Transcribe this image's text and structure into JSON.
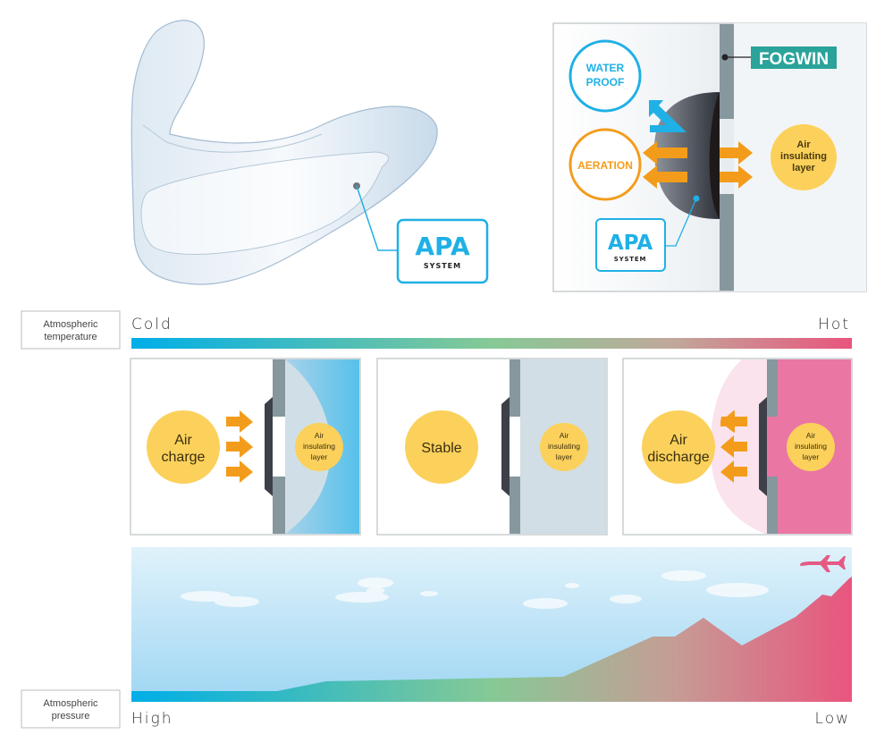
{
  "visor": {
    "badge": {
      "apa": "APA",
      "system": "SYSTEM"
    }
  },
  "detail": {
    "fogwin": "FOGWIN",
    "waterproof": [
      "WATER",
      "PROOF"
    ],
    "aeration": "AERATION",
    "air_layer": [
      "Air",
      "insulating",
      "layer"
    ],
    "badge": {
      "apa": "APA",
      "system": "SYSTEM"
    }
  },
  "temperature": {
    "label": [
      "Atmospheric",
      "temperature"
    ],
    "cold": "Cold",
    "hot": "Hot"
  },
  "states": [
    {
      "name": "Air charge",
      "lines": [
        "Air",
        "charge"
      ],
      "layer": [
        "Air",
        "insulating",
        "layer"
      ]
    },
    {
      "name": "Stable",
      "lines": [
        "Stable"
      ],
      "layer": [
        "Air",
        "insulating",
        "layer"
      ]
    },
    {
      "name": "Air discharge",
      "lines": [
        "Air",
        "discharge"
      ],
      "layer": [
        "Air",
        "insulating",
        "layer"
      ]
    }
  ],
  "pressure": {
    "label": [
      "Atmospheric",
      "pressure"
    ],
    "high": "High",
    "low": "Low"
  },
  "colors": {
    "cyan": "#00a9e6",
    "orange": "#f39c1b",
    "yellow": "#fbd15b",
    "teal": "#2aa39b",
    "pink": "#ea5a82",
    "gray_glass": "#86979e",
    "dark_pin": "#3d4048"
  }
}
